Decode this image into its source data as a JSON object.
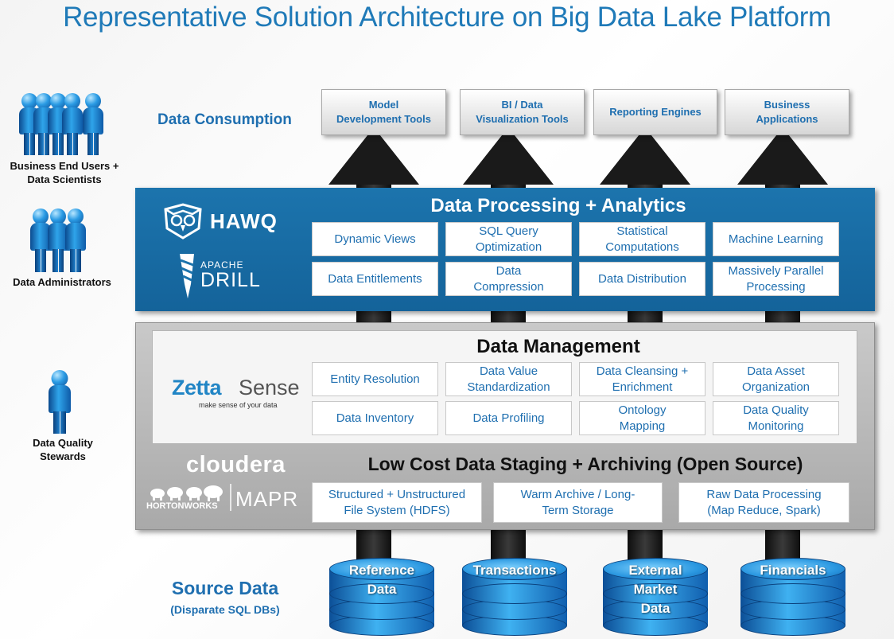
{
  "title": "Representative Solution Architecture on Big Data Lake Platform",
  "roles": {
    "business_users": "Business End Users +\nData Scientists",
    "administrators": "Data Administrators",
    "stewards": "Data Quality\nStewards"
  },
  "consumption": {
    "label": "Data Consumption",
    "tools": [
      "Model\nDevelopment Tools",
      "BI / Data\nVisualization Tools",
      "Reporting Engines",
      "Business\nApplications"
    ]
  },
  "processing": {
    "title": "Data Processing + Analytics",
    "logos": {
      "hawq": "HAWQ",
      "apache": "APACHE",
      "drill": "DRILL"
    },
    "cells": [
      "Dynamic Views",
      "SQL Query\nOptimization",
      "Statistical\nComputations",
      "Machine Learning",
      "Data Entitlements",
      "Data\nCompression",
      "Data Distribution",
      "Massively Parallel\nProcessing"
    ]
  },
  "management": {
    "title": "Data Management",
    "logo": {
      "zetta": "Zetta",
      "sense": "Sense",
      "tagline": "make sense of your data"
    },
    "cells": [
      "Entity Resolution",
      "Data Value\nStandardization",
      "Data Cleansing +\nEnrichment",
      "Data Asset\nOrganization",
      "Data Inventory",
      "Data Profiling",
      "Ontology\nMapping",
      "Data Quality\nMonitoring"
    ]
  },
  "staging": {
    "title": "Low Cost Data Staging + Archiving (Open Source)",
    "logos": {
      "cloudera": "cloudera",
      "hortonworks": "HORTONWORKS",
      "mapr": "MAPR"
    },
    "cells": [
      "Structured + Unstructured\nFile System (HDFS)",
      "Warm Archive / Long-\nTerm Storage",
      "Raw Data Processing\n(Map Reduce, Spark)"
    ]
  },
  "sources": {
    "title": "Source Data",
    "subtitle": "(Disparate SQL DBs)",
    "databases": [
      "Reference\nData",
      "Transactions",
      "External\nMarket\nData",
      "Financials"
    ]
  },
  "colors": {
    "title_blue": "#1f7ab8",
    "panel_blue": "#1c74ad",
    "panel_grey": "#b9b9b9",
    "cell_text": "#1f6fb0",
    "arrow": "#1a1a1a"
  }
}
